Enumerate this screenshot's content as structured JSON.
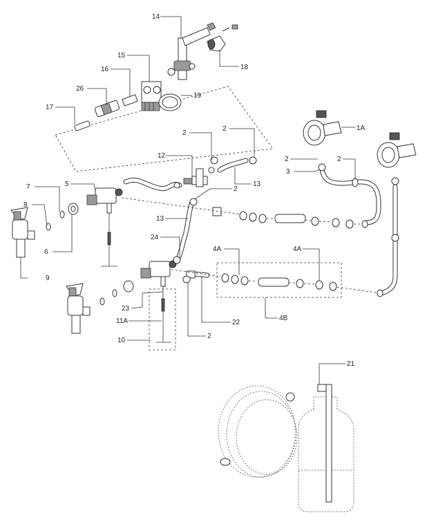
{
  "callouts": {
    "c14": "14",
    "c18": "18",
    "c15": "15",
    "c16": "16",
    "c26": "26",
    "c19": "19",
    "c17": "17",
    "c1A": "1A",
    "c2a": "2",
    "c2b": "2",
    "c2c": "2",
    "c2d": "2",
    "c2e": "2",
    "c2f": "2",
    "c12": "12",
    "c3": "3",
    "c13a": "13",
    "c13b": "13",
    "c7": "7",
    "c5": "5",
    "c8": "8",
    "c6": "6",
    "c9": "9",
    "c24": "24",
    "c4Aa": "4A",
    "c4Ab": "4A",
    "c4B": "4B",
    "c23": "23",
    "c11A": "11A",
    "c10": "10",
    "c22": "22",
    "c21": "21"
  }
}
